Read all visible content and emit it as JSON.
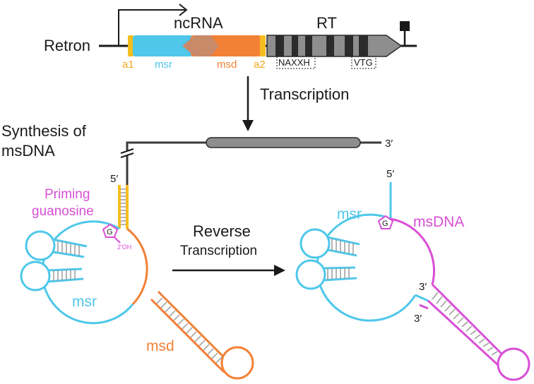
{
  "colors": {
    "msr": "#4ec7ea",
    "msd": "#f28135",
    "overlap": "#c98a6a",
    "anchor": "#f5be1f",
    "rt_body": "#8e8e8e",
    "rt_band": "#2b2b2b",
    "msdna": "#d94fd6",
    "line": "#3a3a3a",
    "text": "#1a1a1a"
  },
  "labels": {
    "retron": "Retron",
    "ncrna": "ncRNA",
    "rt": "RT",
    "a1": "a1",
    "msr": "msr",
    "msd": "msd",
    "a2": "a2",
    "naxxh": "NAXXH",
    "vtg": "VTG",
    "transcription": "Transcription",
    "synthesis_line1": "Synthesis of",
    "synthesis_line2": "msDNA",
    "three_prime": "3′",
    "five_prime": "5′",
    "priming_line1": "Priming",
    "priming_line2": "guanosine",
    "g": "G",
    "two_oh": "2′OH",
    "reverse": "Reverse",
    "reverse_transcription": "Transcription",
    "msr_left": "msr",
    "msd_left": "msd",
    "msr_right": "msr",
    "msdna": "msDNA",
    "three_prime_upper": "3′",
    "three_prime_lower": "3′",
    "five_prime_right": "5′"
  },
  "icons": {
    "promoter": "promoter-arrow-icon",
    "terminator": "terminator-icon",
    "transcription_arrow": "down-arrow-icon",
    "rt_arrow": "right-arrow-icon",
    "break": "break-mark-icon"
  }
}
